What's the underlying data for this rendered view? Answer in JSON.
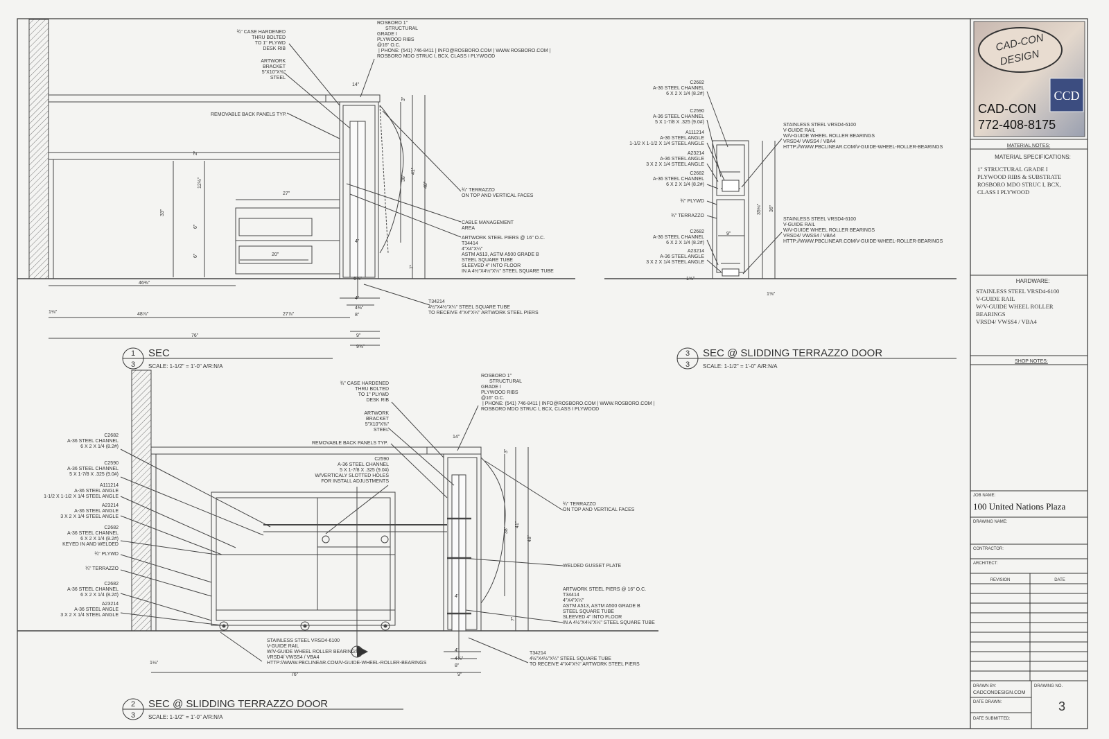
{
  "title_block": {
    "logo_line1": "CAD-CON",
    "logo_line2": "DESIGN",
    "monogram": "CCD",
    "company": "CAD-CON",
    "phone": "772-408-8175",
    "material_notes_label": "MATERIAL NOTES:",
    "material_specs_label": "MATERIAL SPECIFICATIONS:",
    "material_specs": [
      "1\" STRUCTURAL GRADE I",
      "PLYWOOD RIBS & SUBSTRATE",
      "ROSBORO MDO STRUC I, BCX,",
      "CLASS I PLYWOOD"
    ],
    "hardware_label": "HARDWARE:",
    "hardware": [
      "STAINLESS STEEL VRSD4-6100",
      "V-GUIDE RAIL",
      "W/V-GUIDE WHEEL ROLLER",
      "BEARINGS",
      "VRSD4/ VWSS4 / VBA4"
    ],
    "shop_notes_label": "SHOP NOTES:",
    "job_name_label": "JOB NAME:",
    "job_name": "100 United Nations Plaza",
    "drawing_name_label": "DRAWING NAME:",
    "contractor_label": "CONTRACTOR:",
    "architect_label": "ARCHITECT:",
    "revision_label": "REVISION",
    "date_label": "DATE",
    "drawn_by_label": "DRAWN BY:",
    "drawn_by": "CADCONDESIGN.COM",
    "drawing_no_label": "DRAWING NO.",
    "drawing_no": "3",
    "date_drawn_label": "DATE DRAWN:",
    "date_submitted_label": "DATE SUBMITTED:"
  },
  "sections": {
    "s1": {
      "num": "1",
      "sheet": "3",
      "title": "SEC",
      "scale": "SCALE: 1-1/2\" = 1'-0\"   A/R:N/A"
    },
    "s2": {
      "num": "2",
      "sheet": "3",
      "title": "SEC @ SLIDDING TERRAZZO DOOR",
      "scale": "SCALE: 1-1/2\" = 1'-0\"   A/R:N/A"
    },
    "s3": {
      "num": "3",
      "sheet": "3",
      "title": "SEC @ SLIDDING TERRAZZO DOOR",
      "scale": "SCALE: 1-1/2\" = 1'-0\"   A/R:N/A"
    }
  },
  "notes": {
    "case_hardened": [
      "¾\" CASE HARDENED",
      "THRU BOLTED",
      "TO 1\" PLYWD",
      "DESK RIB"
    ],
    "artwork_bracket": [
      "ARTWORK",
      "BRACKET",
      "5\"X10\"X⅜\"",
      "STEEL"
    ],
    "rosboro": [
      "ROSBORO 1\"",
      "STRUCTURAL",
      "GRADE I",
      "PLYWOOD RIBS",
      "@16\" O.C.",
      "| PHONE: (541) 746-8411 | INFO@ROSBORO.COM | WWW.ROSBORO.COM |",
      "ROSBORO MDO STRUC I, BCX, CLASS I PLYWOOD"
    ],
    "removable_panels": "REMOVABLE BACK PANELS TYP.",
    "terrazzo_faces": [
      "¾\" TERRAZZO",
      "ON TOP AND VERTICAL FACES"
    ],
    "cable": [
      "CABLE MANAGEMENT",
      "AREA"
    ],
    "piers": [
      "ARTWORK STEEL PIERS @ 16\" O.C.",
      "T34414",
      "4\"X4\"X¼\"",
      "ASTM A513, ASTM A500 GRADE B",
      "STEEL SQUARE TUBE",
      "SLEEVED 4\" INTO FLOOR",
      "IN A 4½\"X4½\"X¼\" STEEL SQUARE TUBE"
    ],
    "t34214": [
      "T34214",
      "4½\"X4½\"X¼\" STEEL SQUARE TUBE",
      "TO RECEIVE 4\"X4\"X¼\" ARTWORK STEEL PIERS"
    ],
    "c2682a": [
      "C2682",
      "A-36 STEEL CHANNEL",
      "6 X 2 X 1/4 (8.2#)"
    ],
    "c2590": [
      "C2590",
      "A-36 STEEL CHANNEL",
      "5 X 1-7/8 X .325 (9.0#)"
    ],
    "a111214": [
      "A111214",
      "A-36 STEEL ANGLE",
      "1-1/2 X 1-1/2 X 1/4 STEEL ANGLE"
    ],
    "a23214": [
      "A23214",
      "A-36 STEEL ANGLE",
      "3 X 2 X 1/4 STEEL ANGLE"
    ],
    "c2682b": [
      "C2682",
      "A-36 STEEL CHANNEL",
      "6 X 2 X 1/4 (8.2#)"
    ],
    "c2682_keyed": [
      "C2682",
      "A-36 STEEL CHANNEL",
      "6 X 2 X 1/4 (8.2#)",
      "KEYED IN AND WELDED"
    ],
    "plywd": "¾\" PLYWD",
    "terrazzo": "¾\" TERRAZZO",
    "c2590_slotted": [
      "C2590",
      "A-36 STEEL CHANNEL",
      "5 X 1-7/8 X .325 (9.0#)",
      "W/VERTICALY SLOTTED HOLES",
      "FOR INSTALL ADJUSTMENTS"
    ],
    "gusset": "WELDED GUSSET PLATE",
    "vrsd_rail": [
      "STAINLESS STEEL VRSD4-6100",
      "V-GUIDE RAIL",
      "W/V-GUIDE WHEEL ROLLER BEARINGS",
      "VRSD4/ VWSS4 / VBA4",
      "HTTP://WWW.PBCLINEAR.COM/V-GUIDE-WHEEL-ROLLER-BEARINGS"
    ]
  },
  "dims": {
    "d14": "14\"",
    "d27": "27\"",
    "d20": "20\"",
    "d46": "46⅜\"",
    "d48": "48⅞\"",
    "d27b": "27⅞\"",
    "d76": "76\"",
    "d9": "9\"",
    "d9b": "9⅝\"",
    "d33": "33\"",
    "d12": "12⅛\"",
    "d38": "38\"",
    "d41": "41\"",
    "d48h": "48\"",
    "d7": "7\"",
    "d4": "4\"",
    "d4b": "4⅜\"",
    "d8": "8\"",
    "d36": "36\"",
    "d35": "35⅛\"",
    "d9c": "9\"",
    "d3": "3\"",
    "d1": "1⅛\"",
    "d2": "2\"",
    "d6": "6\"",
    "d63": "6⅜\"",
    "d1b": "1⅝\""
  }
}
